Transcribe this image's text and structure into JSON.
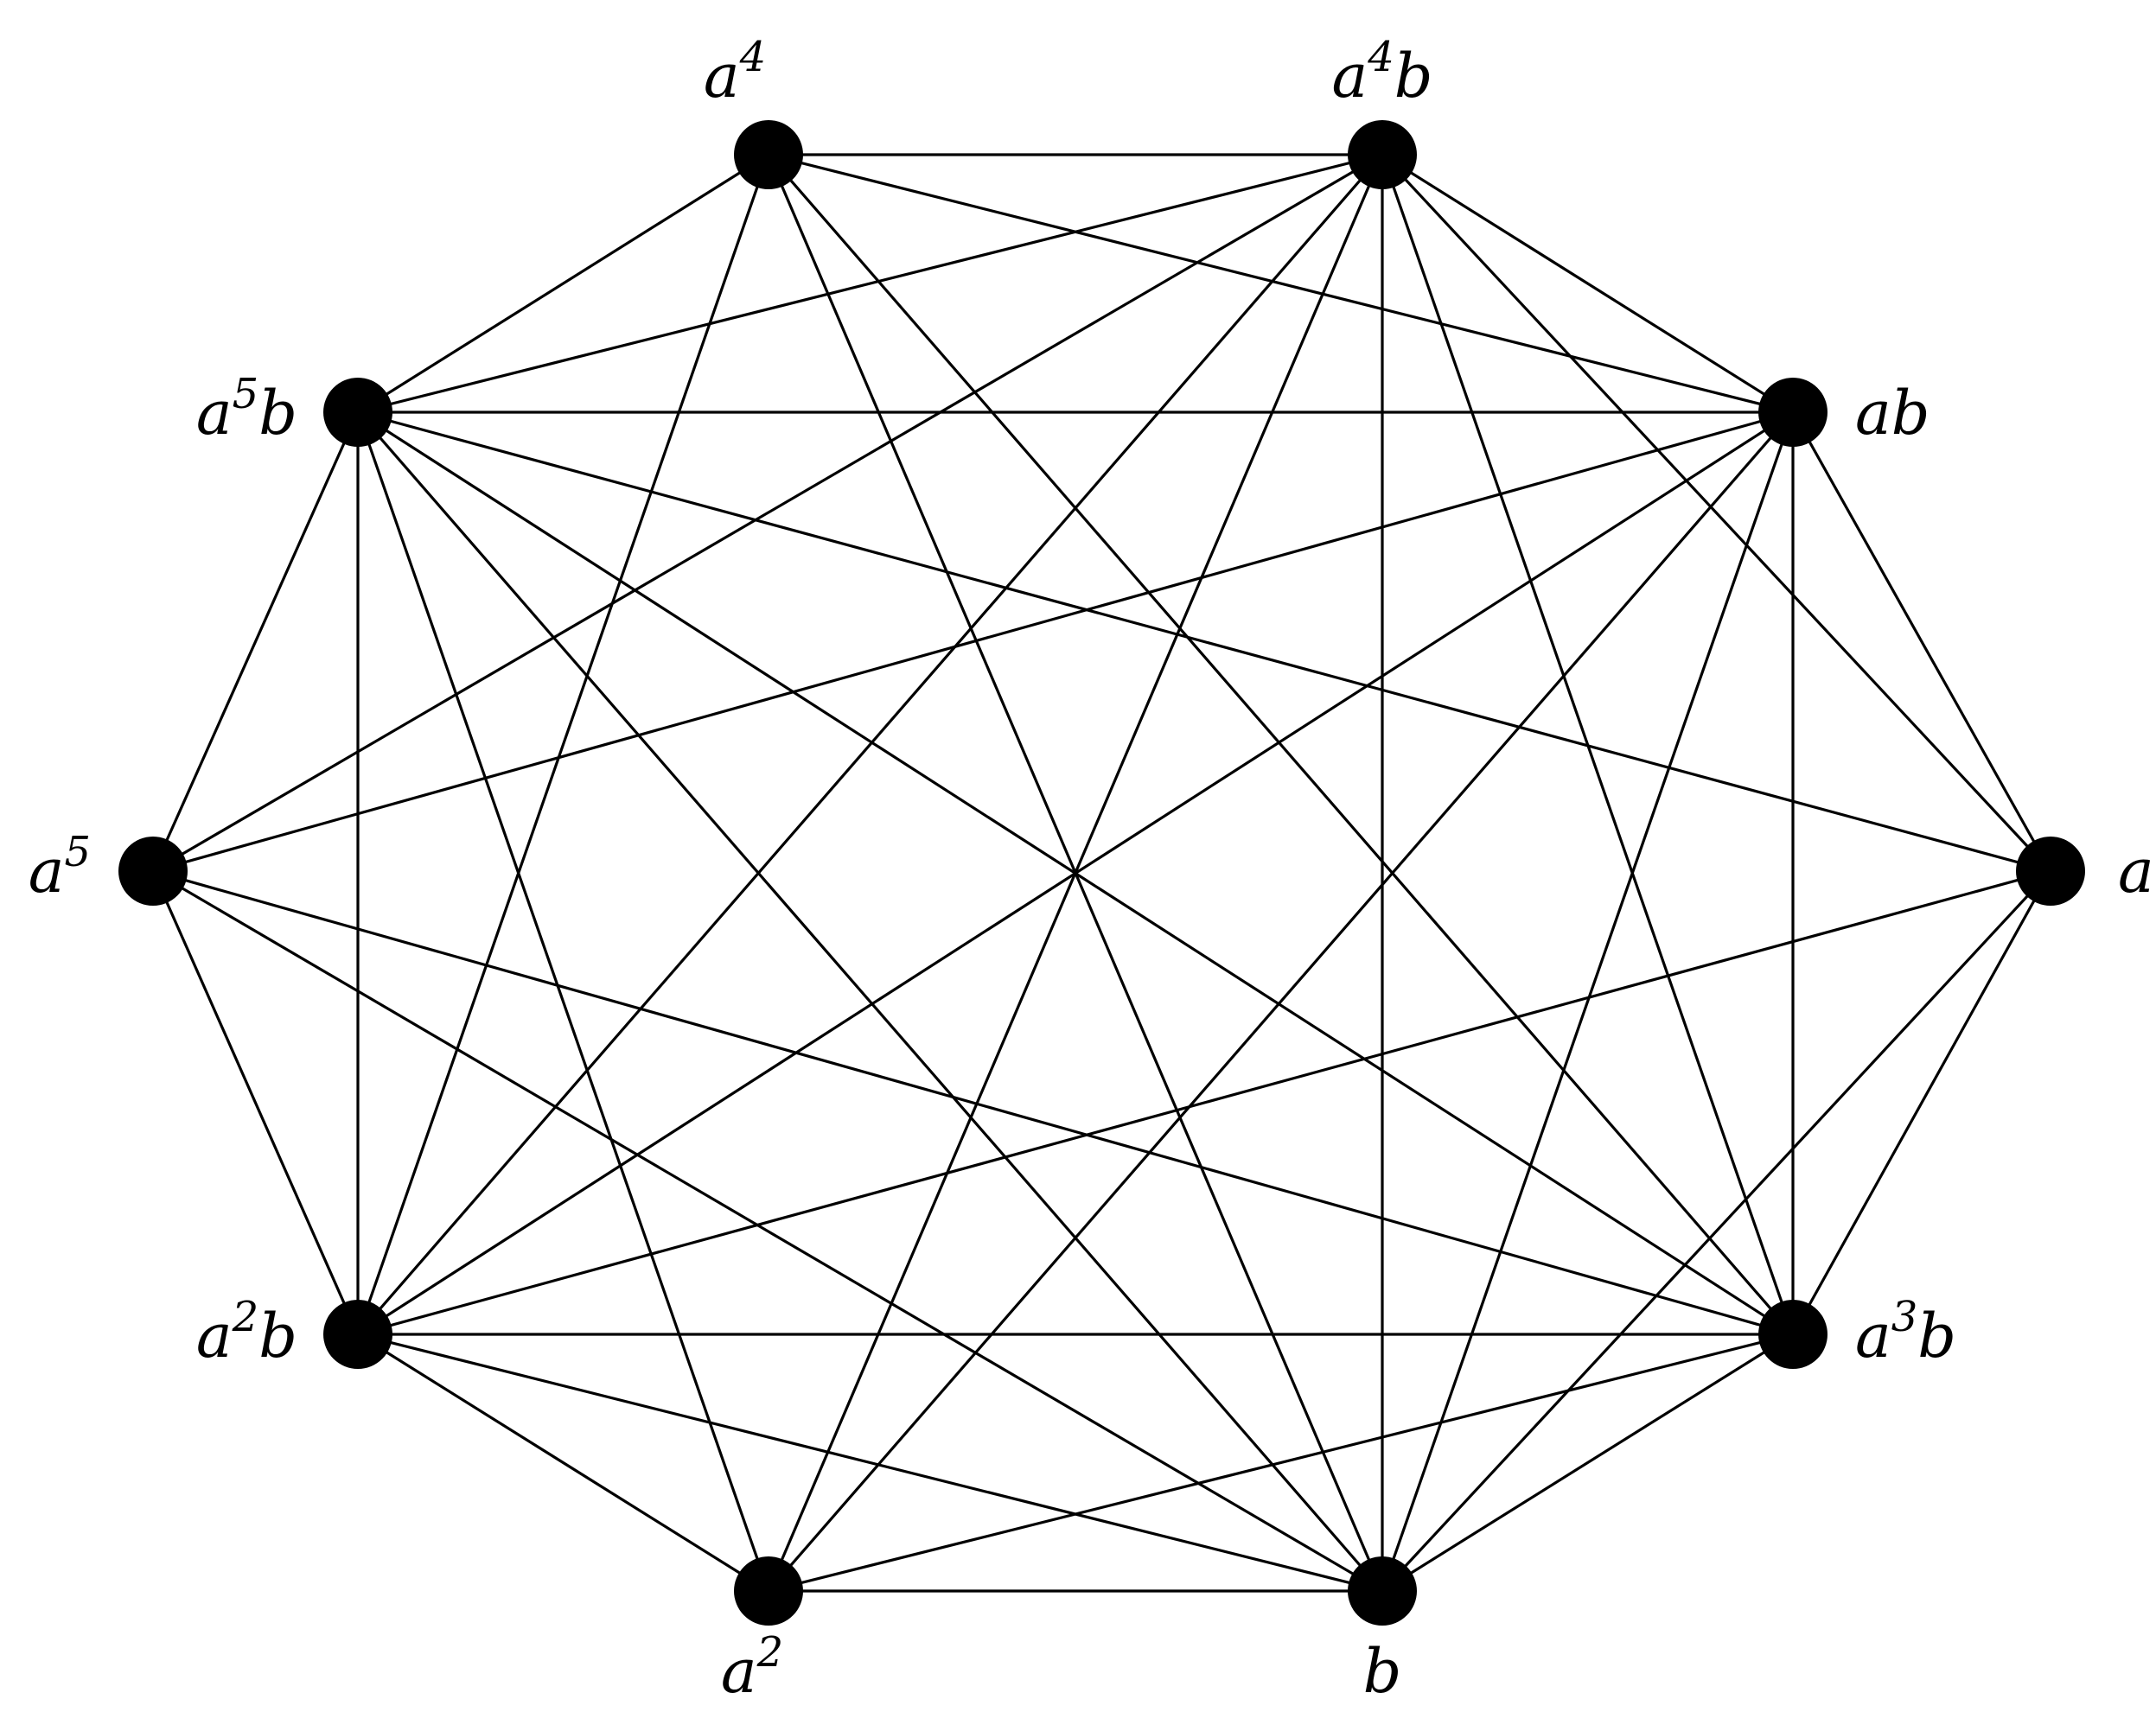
{
  "diagram": {
    "nodes": [
      {
        "id": "a4",
        "base": "a",
        "sup": "4",
        "rest": ""
      },
      {
        "id": "a4b",
        "base": "a",
        "sup": "4",
        "rest": "b"
      },
      {
        "id": "ab",
        "base": "a",
        "sup": "",
        "rest": "b"
      },
      {
        "id": "a",
        "base": "a",
        "sup": "",
        "rest": ""
      },
      {
        "id": "a3b",
        "base": "a",
        "sup": "3",
        "rest": "b"
      },
      {
        "id": "b",
        "base": "",
        "sup": "",
        "rest": "b"
      },
      {
        "id": "a2",
        "base": "a",
        "sup": "2",
        "rest": ""
      },
      {
        "id": "a2b",
        "base": "a",
        "sup": "2",
        "rest": "b"
      },
      {
        "id": "a5",
        "base": "a",
        "sup": "5",
        "rest": ""
      },
      {
        "id": "a5b",
        "base": "a",
        "sup": "5",
        "rest": "b"
      }
    ],
    "edges": [
      [
        "a4",
        "a4b"
      ],
      [
        "a4",
        "ab"
      ],
      [
        "a4",
        "a3b"
      ],
      [
        "a4",
        "b"
      ],
      [
        "a4",
        "a2b"
      ],
      [
        "a4",
        "a5b"
      ],
      [
        "a4b",
        "ab"
      ],
      [
        "a4b",
        "a"
      ],
      [
        "a4b",
        "a3b"
      ],
      [
        "a4b",
        "b"
      ],
      [
        "a4b",
        "a2"
      ],
      [
        "a4b",
        "a2b"
      ],
      [
        "a4b",
        "a5"
      ],
      [
        "a4b",
        "a5b"
      ],
      [
        "ab",
        "a"
      ],
      [
        "ab",
        "a3b"
      ],
      [
        "ab",
        "b"
      ],
      [
        "ab",
        "a2"
      ],
      [
        "ab",
        "a2b"
      ],
      [
        "ab",
        "a5"
      ],
      [
        "ab",
        "a5b"
      ],
      [
        "a",
        "a3b"
      ],
      [
        "a",
        "b"
      ],
      [
        "a",
        "a2b"
      ],
      [
        "a",
        "a5b"
      ],
      [
        "a3b",
        "b"
      ],
      [
        "a3b",
        "a2"
      ],
      [
        "a3b",
        "a2b"
      ],
      [
        "a3b",
        "a5"
      ],
      [
        "a3b",
        "a5b"
      ],
      [
        "b",
        "a2"
      ],
      [
        "b",
        "a2b"
      ],
      [
        "b",
        "a5"
      ],
      [
        "b",
        "a5b"
      ],
      [
        "a2",
        "a2b"
      ],
      [
        "a2",
        "a5b"
      ],
      [
        "a2b",
        "a5"
      ],
      [
        "a2b",
        "a5b"
      ],
      [
        "a5",
        "a5b"
      ]
    ]
  }
}
